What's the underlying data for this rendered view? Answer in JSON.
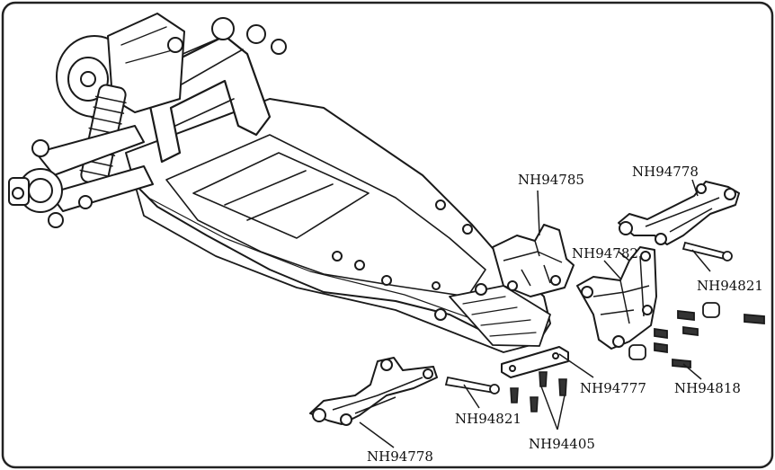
{
  "parts": [
    {
      "id": "p1",
      "part_number": "NH94785"
    },
    {
      "id": "p2",
      "part_number": "NH94778"
    },
    {
      "id": "p3",
      "part_number": "NH94782"
    },
    {
      "id": "p4",
      "part_number": "NH94821"
    },
    {
      "id": "p5",
      "part_number": "NH94777"
    },
    {
      "id": "p6",
      "part_number": "NH94818"
    },
    {
      "id": "p7",
      "part_number": "NH94821"
    },
    {
      "id": "p8",
      "part_number": "NH94405"
    },
    {
      "id": "p9",
      "part_number": "NH94778"
    }
  ],
  "colors": {
    "line": "#1a1a1a",
    "fill": "#ffffff",
    "shade": "#9a9a9a",
    "frame": "#222222"
  }
}
